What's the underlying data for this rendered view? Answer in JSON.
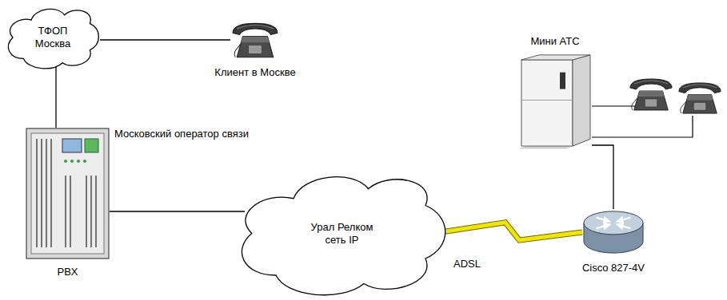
{
  "diagram": {
    "nodes": [
      {
        "text": [
          "ТФОП Москва"
        ]
      },
      {
        "text": [
          "Клиент в Москве"
        ]
      },
      {
        "text": [
          "PBX"
        ]
      },
      {
        "text": [
          "Урал Релком сеть IP"
        ]
      },
      {
        "text": [
          "Мини АТС"
        ]
      },
      {
        "text": [
          "Cisco 827-4V"
        ]
      }
    ],
    "edges": [
      {
        "from": 0,
        "to": 1,
        "arrow": "none"
      },
      {
        "from": 0,
        "to": 2,
        "arrow": "none"
      },
      {
        "from": 2,
        "to": 3,
        "arrow": "none"
      },
      {
        "from": 3,
        "to": 5,
        "label": "ADSL",
        "arrow": "none"
      },
      {
        "from": 4,
        "to": 5,
        "arrow": "none"
      }
    ],
    "labels": [
      "Московский оператор связи"
    ]
  }
}
